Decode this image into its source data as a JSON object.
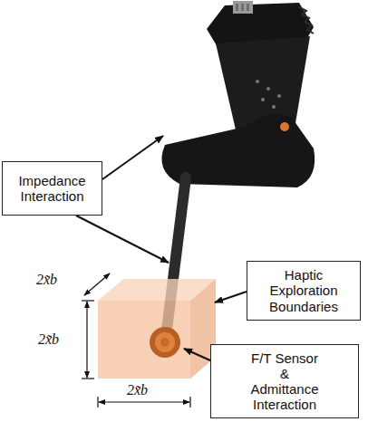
{
  "diagram": {
    "nodes": [
      {
        "text": [
          "Impedance Interaction"
        ]
      },
      {
        "text": [
          "Haptic Exploration Boundaries"
        ]
      },
      {
        "text": [
          "F/T Sensor & Admittance Interaction"
        ]
      }
    ],
    "labels": [
      "2x̃b",
      "2x̃b",
      "2x̃b"
    ]
  }
}
